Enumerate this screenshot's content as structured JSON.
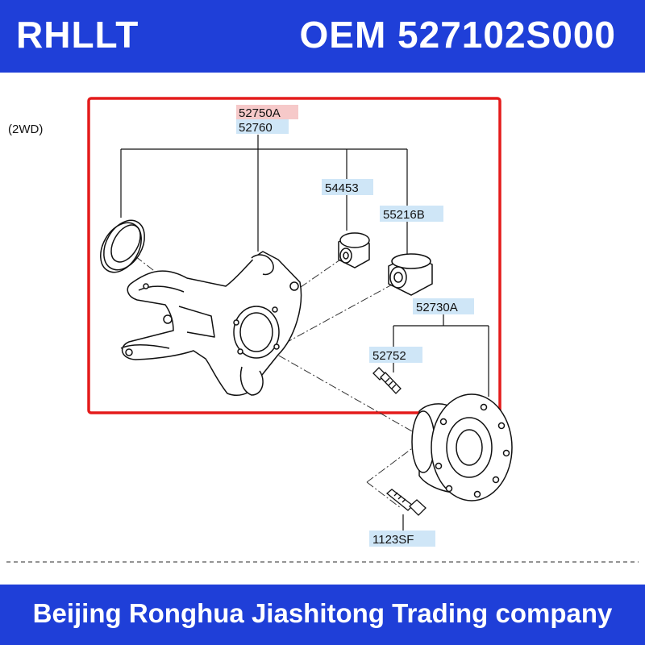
{
  "header": {
    "brand": "RHLLT",
    "oem": "OEM 527102S000"
  },
  "footer": {
    "company": "Beijing Ronghua Jiashitong Trading company"
  },
  "diagram": {
    "drive_note": "(2WD)",
    "labels": {
      "knuckle_alt": "52750A",
      "knuckle": "52760",
      "bushing_upper": "54453",
      "bushing_lower": "55216B",
      "hub_assembly": "52730A",
      "hub_bolt": "52752",
      "flange_bolt": "1123SF"
    }
  },
  "colors": {
    "banner": "#1f3fd8",
    "highlight_box": "#e41b1b",
    "label_fill": "#cfe6f7",
    "label_fill_alt": "#f6c9c9"
  }
}
